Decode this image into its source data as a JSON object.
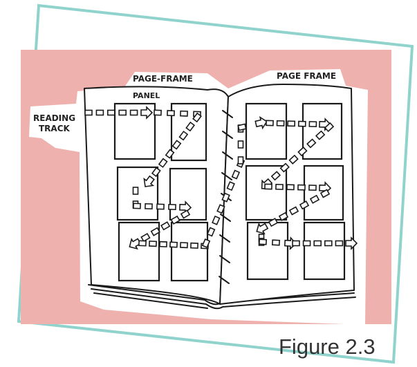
{
  "labels": {
    "left_page_frame": "PAGE-FRAME",
    "right_page_frame": "PAGE FRAME",
    "panel": "PANEL",
    "reading_track_line1": "READING",
    "reading_track_line2": "TRACK"
  },
  "caption": "Figure 2.3",
  "colors": {
    "card_border": "#8fd3cc",
    "background_pink": "#efb1ae",
    "line_ink": "#1a1a1a"
  }
}
